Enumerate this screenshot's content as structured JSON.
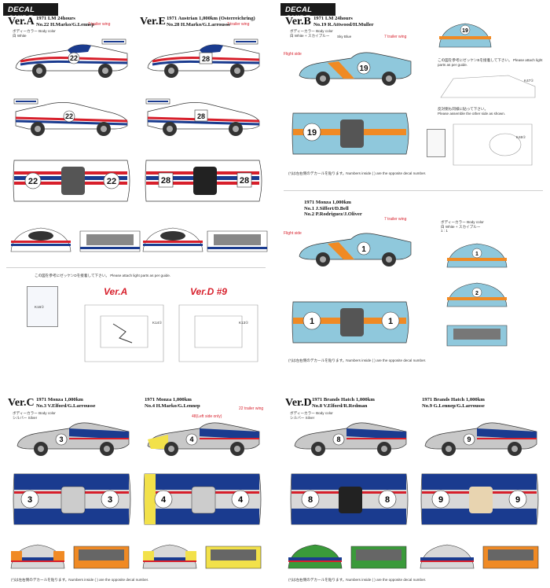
{
  "header": {
    "title_left": "DECAL GUIDE",
    "title_right": "DECAL GUIDE"
  },
  "colors": {
    "martini_blue": "#1a3b8f",
    "martini_red": "#d71f2b",
    "gulf_blue": "#8fc8dc",
    "gulf_orange": "#f08a24",
    "silver": "#c8c8c8",
    "white": "#ffffff",
    "yellow": "#f2e14a",
    "green": "#3a9a3a",
    "accent_red": "#d71f2b"
  },
  "verA": {
    "label": "Ver.A",
    "line1": "1971 LM 24hours",
    "line2": "No.22 H.Marko/G.Lennep",
    "body_color_label": "ボディーカラー Body color",
    "body_color_code": "白 White",
    "wing_note": "7 trailer wing",
    "num": "22"
  },
  "verE": {
    "label": "Ver.E",
    "line1": "1971 Austrian 1,000km (Osterreichring)",
    "line2": "No.28 H.Marko/G.Larrousse",
    "wing_note": "7 trailer wing",
    "num": "28"
  },
  "verB": {
    "label": "Ver.B",
    "line1": "1971 LM 24hours",
    "line2": "No.19 R.Attwood/H.Muller",
    "body_color_label": "ボディーカラー Body color",
    "body_color_code": "白 White + スカイブルー",
    "sky_blue": "Sky Blue",
    "flight_side": "Flight side",
    "wing_note": "7 trailer wing",
    "num": "19",
    "note_jp": "この図を参考にゼッケンBを接着して下さい。",
    "note_en": "Please attach light parts as per guide.",
    "note2_jp": "反対側も同様に貼って下さい。",
    "note2_en": "Please assemble the other side as shown.",
    "part_a": "K47①",
    "part_b": "K46①"
  },
  "monza": {
    "line1": "1971 Monza 1,000km",
    "line2": "No.1 J.Siffert/D.Bell",
    "line3": "No.2 P.Rodriguez/J.Oliver",
    "body_color_label": "ボディーカラー Body color",
    "body_color_code": "白 White + スカイブルー",
    "ratio": "1 : 1",
    "flight_side": "Flight side",
    "wing_note": "7 trailer wing",
    "num1": "1",
    "num2": "2"
  },
  "guide": {
    "note_jp": "この図を参考にゼッケンDを接着して下さい。",
    "note_en": "Please attach light parts as per guide.",
    "label_a": "Ver.A",
    "label_d": "Ver.D #9",
    "part_a": "K16①",
    "part_b": "K14①",
    "part_c": "K13①"
  },
  "verC": {
    "label": "Ver.C",
    "car1_line1": "1971 Monza 1,000km",
    "car1_line2": "No.3 V.Elford/G.Larrousse",
    "car2_line1": "1971 Monza 1,000km",
    "car2_line2": "No.4 H.Marko/G.Lennep",
    "body_color_label": "ボディーカラー Body color",
    "body_color_code": "シルバー Silver",
    "num3": "3",
    "num4": "4",
    "wing_note": "22 trailer wing",
    "yellow_note": "48(Left side only)"
  },
  "verD": {
    "label": "Ver.D",
    "car1_line1": "1971 Brands Hatch 1,000km",
    "car1_line2": "No.8 V.Elford/R.Redman",
    "car2_line1": "1971 Brands Hatch 1,000km",
    "car2_line2": "No.9 G.Lennep/G.Larrousse",
    "body_color_label": "ボディーカラー Body color",
    "body_color_code": "シルバー Silver",
    "num8": "8",
    "num9": "9"
  },
  "footnote": "(*)は左右側のデカールを貼ります。Numbers inside ( ) are the opposite decal number."
}
